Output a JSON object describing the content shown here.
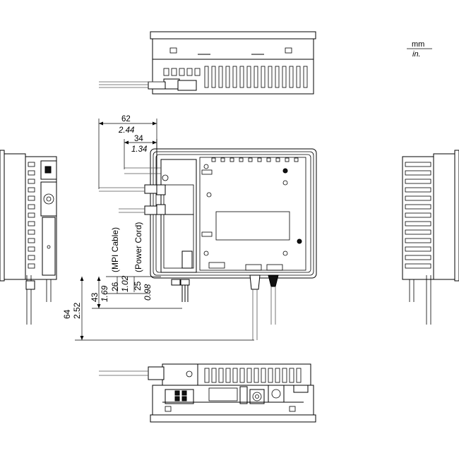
{
  "units": {
    "top": "mm",
    "bottom": "in."
  },
  "dimensions": {
    "width_total": {
      "mm": "62",
      "in": "2.44"
    },
    "width_mpi": {
      "mm": "34",
      "in": "1.34"
    },
    "height_mpi": {
      "mm": "26",
      "in": "1.02",
      "label": "(MPI Cable)"
    },
    "height_power": {
      "mm": "25",
      "in": "0.98",
      "label": "(Power Cord)"
    },
    "height_43": {
      "mm": "43",
      "in": "1.69"
    },
    "height_64": {
      "mm": "64",
      "in": "2.52"
    }
  }
}
